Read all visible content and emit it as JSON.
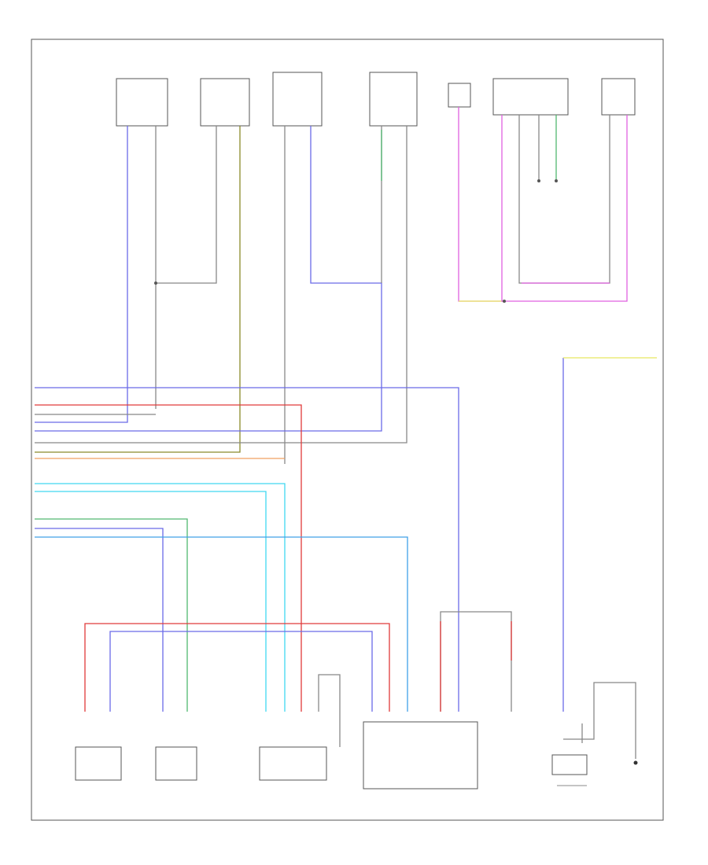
{
  "page_ref": "",
  "colors": {
    "blue": "#6a6ae8",
    "pink": "#e060e0",
    "red": "#e03a3a",
    "cyan": "#40d8f0",
    "green": "#50b870",
    "orange": "#f0a060",
    "yellow": "#e8e860",
    "olive": "#8a8a2a",
    "grey": "#888888",
    "frame": "#555555"
  },
  "components": [
    {
      "id": "left-rear-module",
      "label": ""
    },
    {
      "id": "audio-switch-module",
      "label": ""
    },
    {
      "id": "front-lamp-module",
      "label": ""
    },
    {
      "id": "right-front-module",
      "label": ""
    },
    {
      "id": "top-sensor",
      "label": ""
    },
    {
      "id": "right-control-module",
      "label": ""
    },
    {
      "id": "right-sensor",
      "label": ""
    },
    {
      "id": "lower-left-module",
      "label": ""
    },
    {
      "id": "wheel-sensor",
      "label": ""
    },
    {
      "id": "front-sensor-module",
      "label": ""
    },
    {
      "id": "right-illumination-cluster",
      "label": ""
    },
    {
      "id": "wire-junction",
      "label": ""
    },
    {
      "id": "wheel-speed-sensor",
      "label": ""
    },
    {
      "id": "lamp-connector",
      "label": ""
    }
  ]
}
